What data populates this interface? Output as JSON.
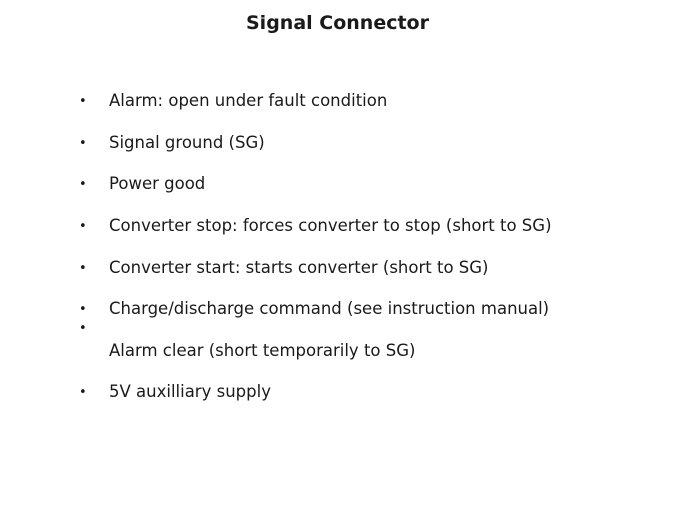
{
  "slide": {
    "title": "Signal Connector",
    "bullet_glyph": "•",
    "items": [
      "Alarm: open under fault condition",
      "Signal ground (SG)",
      "Power good",
      "Converter stop: forces converter to stop (short to SG)",
      "Converter start: starts converter (short to SG)",
      "Charge/discharge command (see instruction manual)",
      "",
      "Alarm clear (short temporarily to SG)",
      "5V auxilliary supply"
    ]
  }
}
